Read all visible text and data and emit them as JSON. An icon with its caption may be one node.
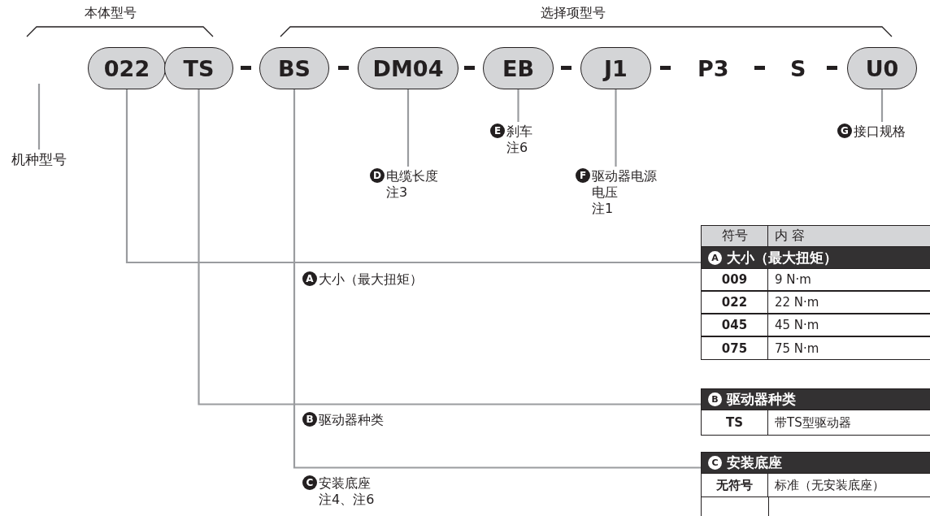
{
  "diagram": {
    "nodes": [
      {
        "text": [
          "022"
        ]
      },
      {
        "text": [
          "TS"
        ]
      },
      {
        "text": [
          "BS"
        ]
      },
      {
        "text": [
          "DM04"
        ]
      },
      {
        "text": [
          "EB"
        ]
      },
      {
        "text": [
          "J1"
        ]
      },
      {
        "text": [
          "U0"
        ]
      },
      {
        "text": [
          "机种型号"
        ]
      },
      {
        "text": [
          "E",
          "刹车",
          "注6"
        ]
      },
      {
        "text": [
          "G",
          "接口规格"
        ]
      },
      {
        "text": [
          "D",
          "电缆长度",
          "注3"
        ]
      },
      {
        "text": [
          "F",
          "驱动器电源电压",
          "注1"
        ]
      },
      {
        "text": [
          "A",
          "大小（最大扭矩）"
        ]
      },
      {
        "text": [
          "A",
          "大小（最大扭矩）"
        ]
      },
      {
        "text": [
          "B",
          "驱动器种类"
        ]
      },
      {
        "text": [
          "B",
          "驱动器种类"
        ]
      },
      {
        "text": [
          "C",
          "安装底座",
          "注4、注6"
        ]
      },
      {
        "text": [
          "C",
          "安装底座"
        ]
      }
    ],
    "edges": [
      {
        "from": 7,
        "to": null,
        "arrow": "none"
      },
      {
        "from": 10,
        "to": 3,
        "arrow": "none"
      },
      {
        "from": 8,
        "to": 4,
        "arrow": "none"
      },
      {
        "from": 11,
        "to": 5,
        "arrow": "none"
      },
      {
        "from": 9,
        "to": 6,
        "arrow": "none"
      },
      {
        "from": 0,
        "to": 13,
        "arrow": "none"
      },
      {
        "from": 1,
        "to": 15,
        "arrow": "none"
      },
      {
        "from": 2,
        "to": 17,
        "arrow": "none"
      }
    ],
    "labels": [
      "本体型号",
      "选择项型号",
      "P3",
      "S",
      "符号",
      "内 容",
      "009",
      "9 N·m",
      "022",
      "22 N·m",
      "045",
      "45 N·m",
      "075",
      "75 N·m",
      "TS",
      "带TS型驱动器",
      "无符号",
      "标准（无安装底座）"
    ]
  }
}
